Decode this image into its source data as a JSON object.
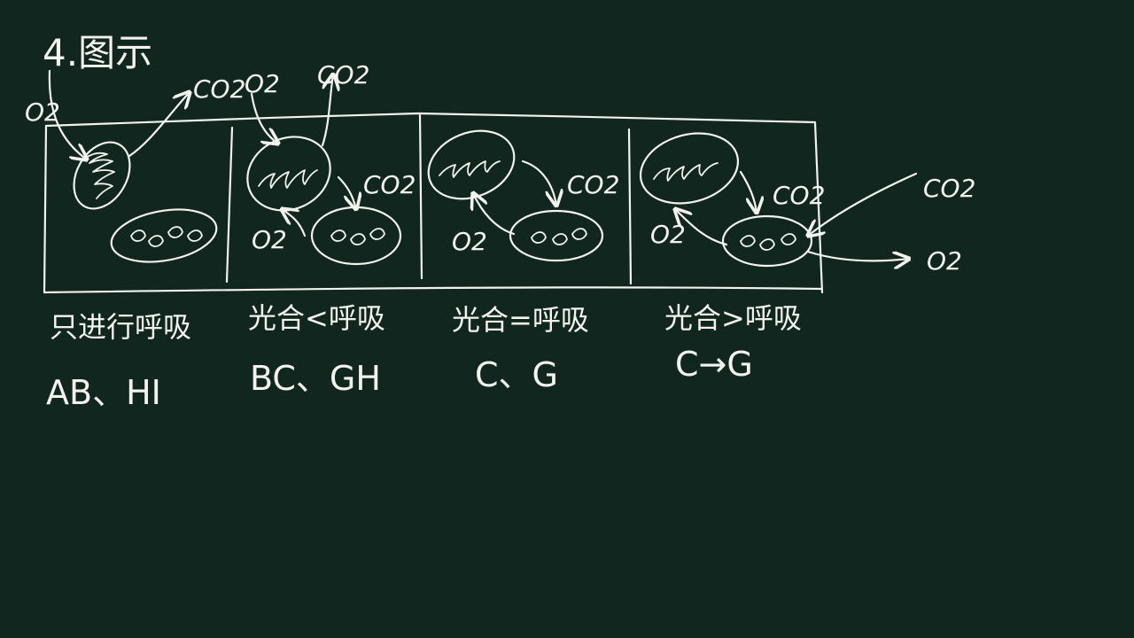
{
  "board": {
    "background": "#11261f",
    "chalk_color": "#f2f2ee"
  },
  "heading": {
    "text": "4.图示"
  },
  "gases": {
    "o2": "O2",
    "co2": "CO2"
  },
  "panels": [
    {
      "state": "只进行呼吸",
      "periods": "AB、HI"
    },
    {
      "state": "光合<呼吸",
      "periods": "BC、GH"
    },
    {
      "state": "光合=呼吸",
      "periods": "C、G"
    },
    {
      "state": "光合>呼吸",
      "periods": "C→G"
    }
  ],
  "organelles": {
    "mitochondrion": "mitochondrion-icon",
    "chloroplast": "chloroplast-icon"
  }
}
